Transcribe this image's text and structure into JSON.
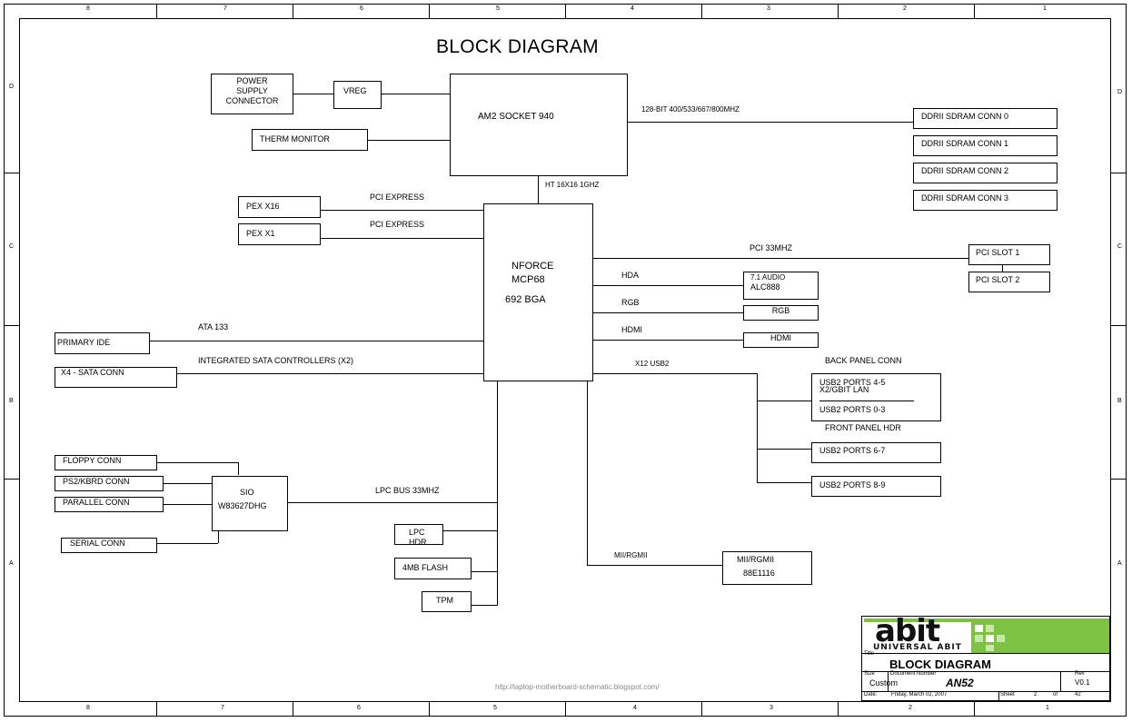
{
  "frame": {
    "top_cols": [
      "8",
      "7",
      "6",
      "5",
      "4",
      "3",
      "2",
      "1"
    ],
    "bottom_cols": [
      "8",
      "7",
      "6",
      "5",
      "4",
      "3",
      "2",
      "1"
    ],
    "rows": [
      "D",
      "C",
      "B",
      "A"
    ]
  },
  "title": "BLOCK DIAGRAM",
  "blocks": {
    "power": [
      "POWER",
      "SUPPLY",
      "CONNECTOR"
    ],
    "vreg": "VREG",
    "therm": "THERM MONITOR",
    "cpu": "AM2 SOCKET 940",
    "ddr": [
      "DDRII SDRAM CONN 0",
      "DDRII SDRAM CONN 1",
      "DDRII SDRAM CONN 2",
      "DDRII SDRAM CONN 3"
    ],
    "pex16": "PEX X16",
    "pex1": "PEX X1",
    "chipset": [
      "NFORCE",
      "MCP68",
      "692 BGA"
    ],
    "pci_slots": [
      "PCI SLOT 1",
      "PCI SLOT 2"
    ],
    "audio": [
      "7.1 AUDIO",
      "ALC888"
    ],
    "rgb": "RGB",
    "hdmi": "HDMI",
    "primary_ide": "PRIMARY IDE",
    "sata": "X4 - SATA CONN",
    "usb_back": [
      "USB2 PORTS 4-5",
      "X2/GBIT LAN",
      "USB2 PORTS 0-3"
    ],
    "usb67": "USB2 PORTS 6-7",
    "usb89": "USB2 PORTS 8-9",
    "floppy": "FLOPPY CONN",
    "ps2": "PS2/KBRD CONN",
    "parallel": "PARALLEL CONN",
    "serial": "SERIAL CONN",
    "sio": [
      "SIO",
      "W83627DHG"
    ],
    "lpc_hdr": "LPC HDR",
    "flash": "4MB FLASH",
    "tpm": "TPM",
    "mii": [
      "MII/RGMII",
      "88E1116"
    ]
  },
  "bus_labels": {
    "ddr_bus": "128-BIT 400/533/667/800MHZ",
    "ht": "HT 16X16 1GHZ",
    "pci_express_1": "PCI EXPRESS",
    "pci_express_2": "PCI EXPRESS",
    "pci": "PCI 33MHZ",
    "hda": "HDA",
    "rgb": "RGB",
    "hdmi": "HDMI",
    "ata": "ATA 133",
    "sata": "INTEGRATED SATA CONTROLLERS (X2)",
    "usb": "X12 USB2",
    "back_panel": "BACK PANEL CONN",
    "front_panel": "FRONT PANEL HDR",
    "lpc": "LPC BUS 33MHZ",
    "mii": "MII/RGMII"
  },
  "watermark": "http://laptop-motherboard-schematic.blogspot.com/",
  "title_block": {
    "logo_text": "abit",
    "logo_sub": "UNIVERSAL ABIT",
    "title_caption": "Title",
    "title": "BLOCK DIAGRAM",
    "size_label": "Size",
    "size": "Custom",
    "doc_label": "Document Number",
    "doc": "AN52",
    "rev_label": "Rev",
    "rev": "V0.1",
    "date_label": "Date:",
    "date": "Friday, March 02, 2007",
    "sheet_label": "Sheet",
    "sheet": "2",
    "of_label": "of",
    "total": "42",
    "logo_color": "#7dc242"
  }
}
